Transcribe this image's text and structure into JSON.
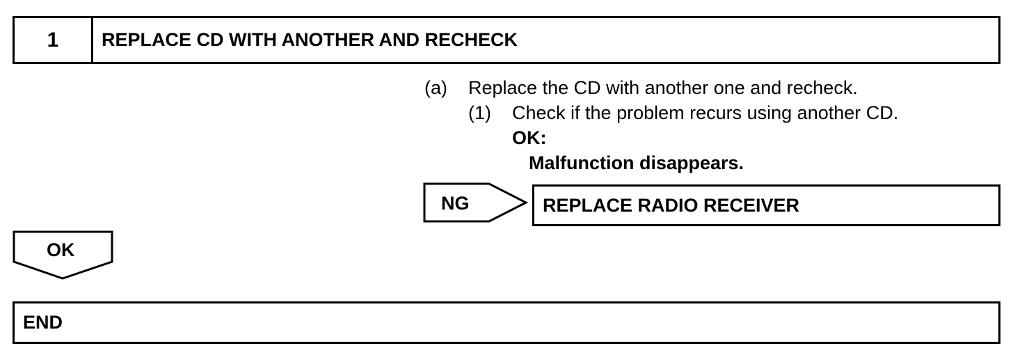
{
  "step": {
    "number": "1",
    "title": "REPLACE CD WITH ANOTHER AND RECHECK"
  },
  "instructions": {
    "a_marker": "(a)",
    "a_text": "Replace the CD with another one and recheck.",
    "sub1_marker": "(1)",
    "sub1_text": "Check if the problem recurs using another CD.",
    "ok_label": "OK:",
    "ok_condition": "Malfunction disappears."
  },
  "ng_branch": {
    "label": "NG",
    "action": "REPLACE RADIO RECEIVER"
  },
  "ok_branch": {
    "label": "OK"
  },
  "end": {
    "label": "END"
  }
}
